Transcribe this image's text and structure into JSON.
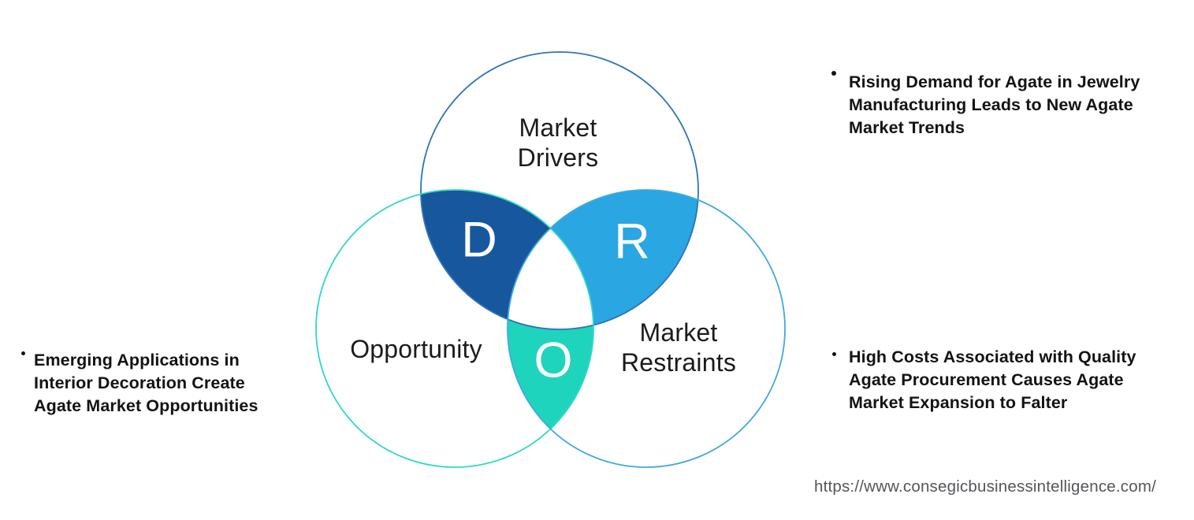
{
  "venn": {
    "drivers": {
      "label": "Market\nDrivers",
      "letter": "D",
      "fill": "#17579E",
      "outline": "#2E74B5"
    },
    "restraints": {
      "label": "Market\nRestraints",
      "letter": "R",
      "fill": "#2AA6E2",
      "outline": "#3FA9E1"
    },
    "opportunity": {
      "label": "Opportunity",
      "letter": "O",
      "fill": "#1FD4BC",
      "outline": "#2ED9C4"
    },
    "overlap_background": "#FFFFFF"
  },
  "bullets": {
    "left": {
      "text": "Emerging Applications in\nInterior Decoration Create\nAgate Market Opportunities"
    },
    "right_top": {
      "text": "Rising Demand for Agate in Jewelry\nManufacturing Leads to New Agate\nMarket Trends"
    },
    "right_bottom": {
      "text": "High Costs Associated with Quality\nAgate Procurement Causes Agate\nMarket Expansion to Falter"
    }
  },
  "footer": {
    "url": "https://www.consegicbusinessintelligence.com/"
  }
}
